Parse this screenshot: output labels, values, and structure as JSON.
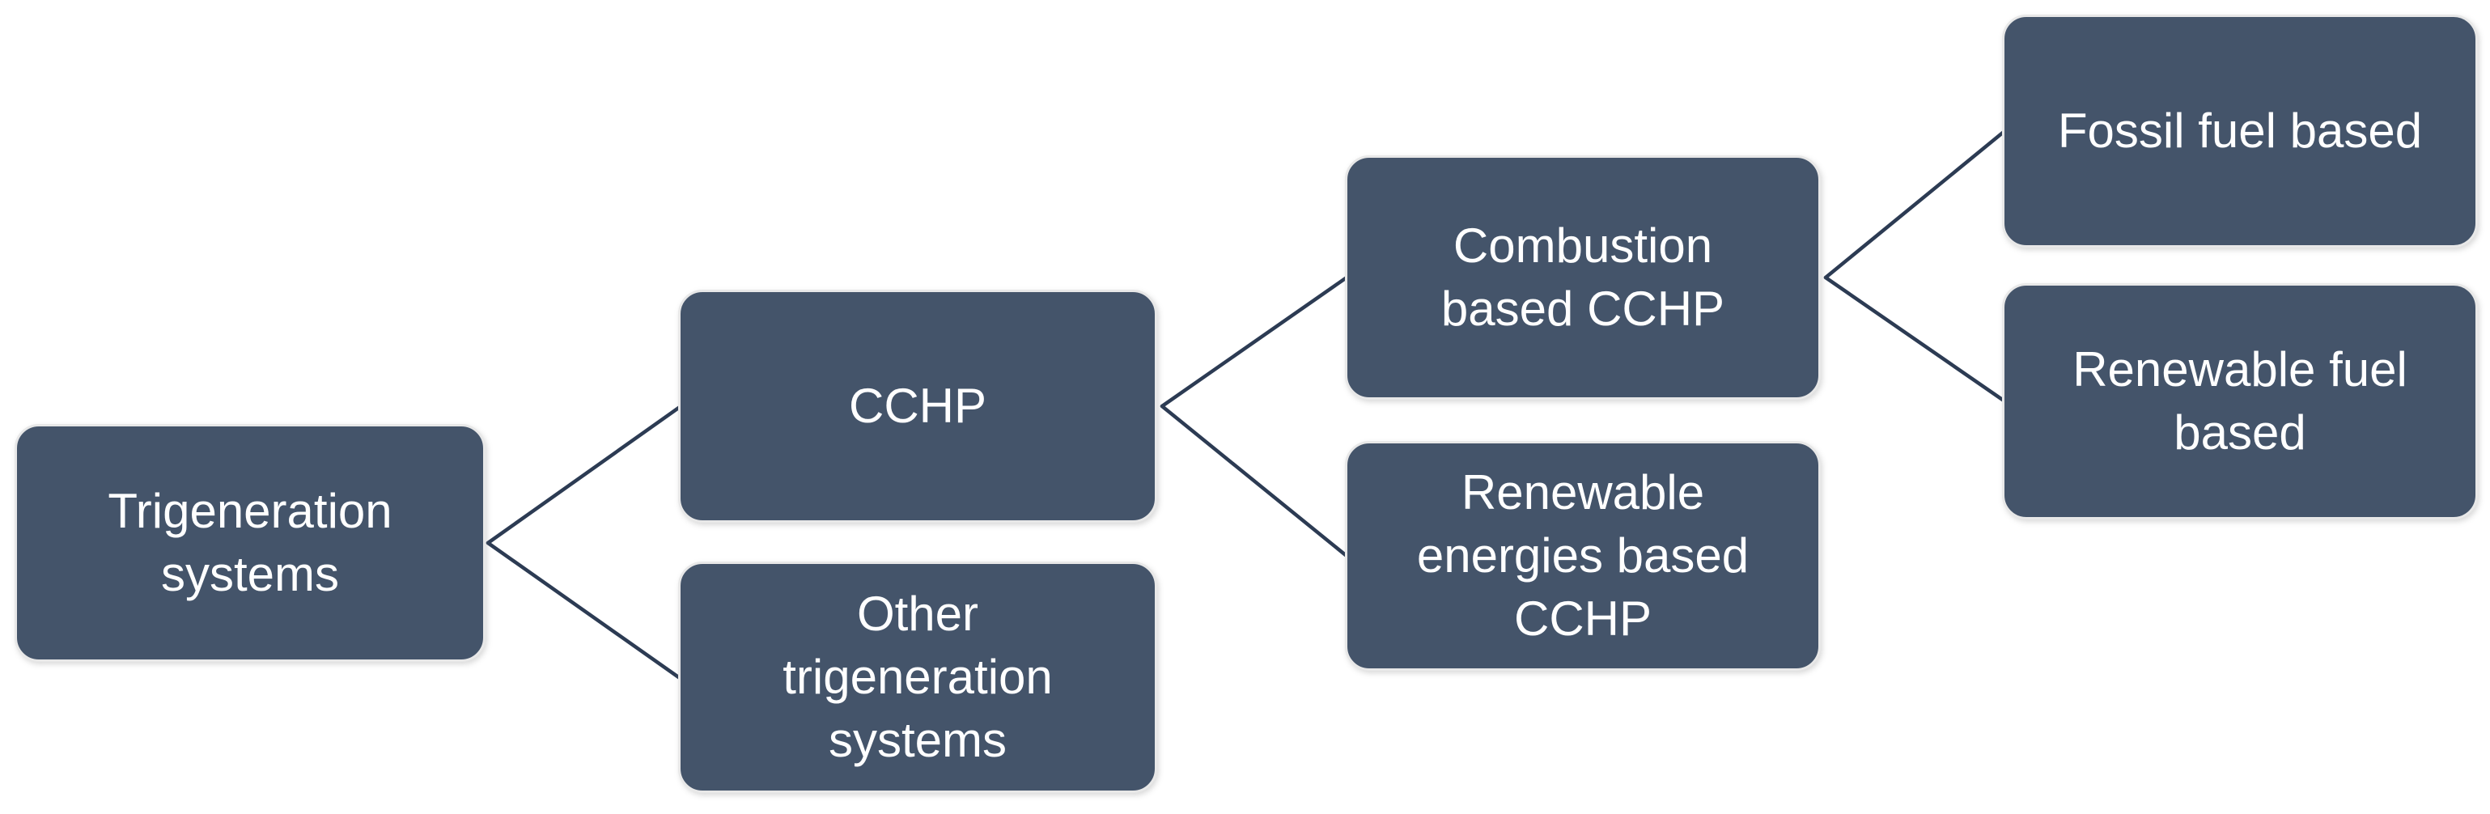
{
  "diagram_type": "hierarchy-tree",
  "colors": {
    "background": "#FFFFFF",
    "node_fill": "#44546A",
    "node_border": "#E8E8E8",
    "node_text": "#FFFFFF",
    "connector": "#2C3B53"
  },
  "nodes": [
    {
      "id": "trigeneration-systems",
      "label": "Trigeneration\nsystems",
      "level": 1
    },
    {
      "id": "cchp",
      "label": "CCHP",
      "level": 2
    },
    {
      "id": "other-trigeneration-systems",
      "label": "Other\ntrigeneration\nsystems",
      "level": 2
    },
    {
      "id": "combustion-based-cchp",
      "label": "Combustion\nbased CCHP",
      "level": 3
    },
    {
      "id": "renewable-energies-based-cchp",
      "label": "Renewable\nenergies based\nCCHP",
      "level": 3
    },
    {
      "id": "fossil-fuel-based",
      "label": "Fossil fuel based",
      "level": 4
    },
    {
      "id": "renewable-fuel-based",
      "label": "Renewable fuel\nbased",
      "level": 4
    }
  ],
  "edges": [
    {
      "from": "trigeneration-systems",
      "to": "cchp"
    },
    {
      "from": "trigeneration-systems",
      "to": "other-trigeneration-systems"
    },
    {
      "from": "cchp",
      "to": "combustion-based-cchp"
    },
    {
      "from": "cchp",
      "to": "renewable-energies-based-cchp"
    },
    {
      "from": "combustion-based-cchp",
      "to": "fossil-fuel-based"
    },
    {
      "from": "combustion-based-cchp",
      "to": "renewable-fuel-based"
    }
  ]
}
